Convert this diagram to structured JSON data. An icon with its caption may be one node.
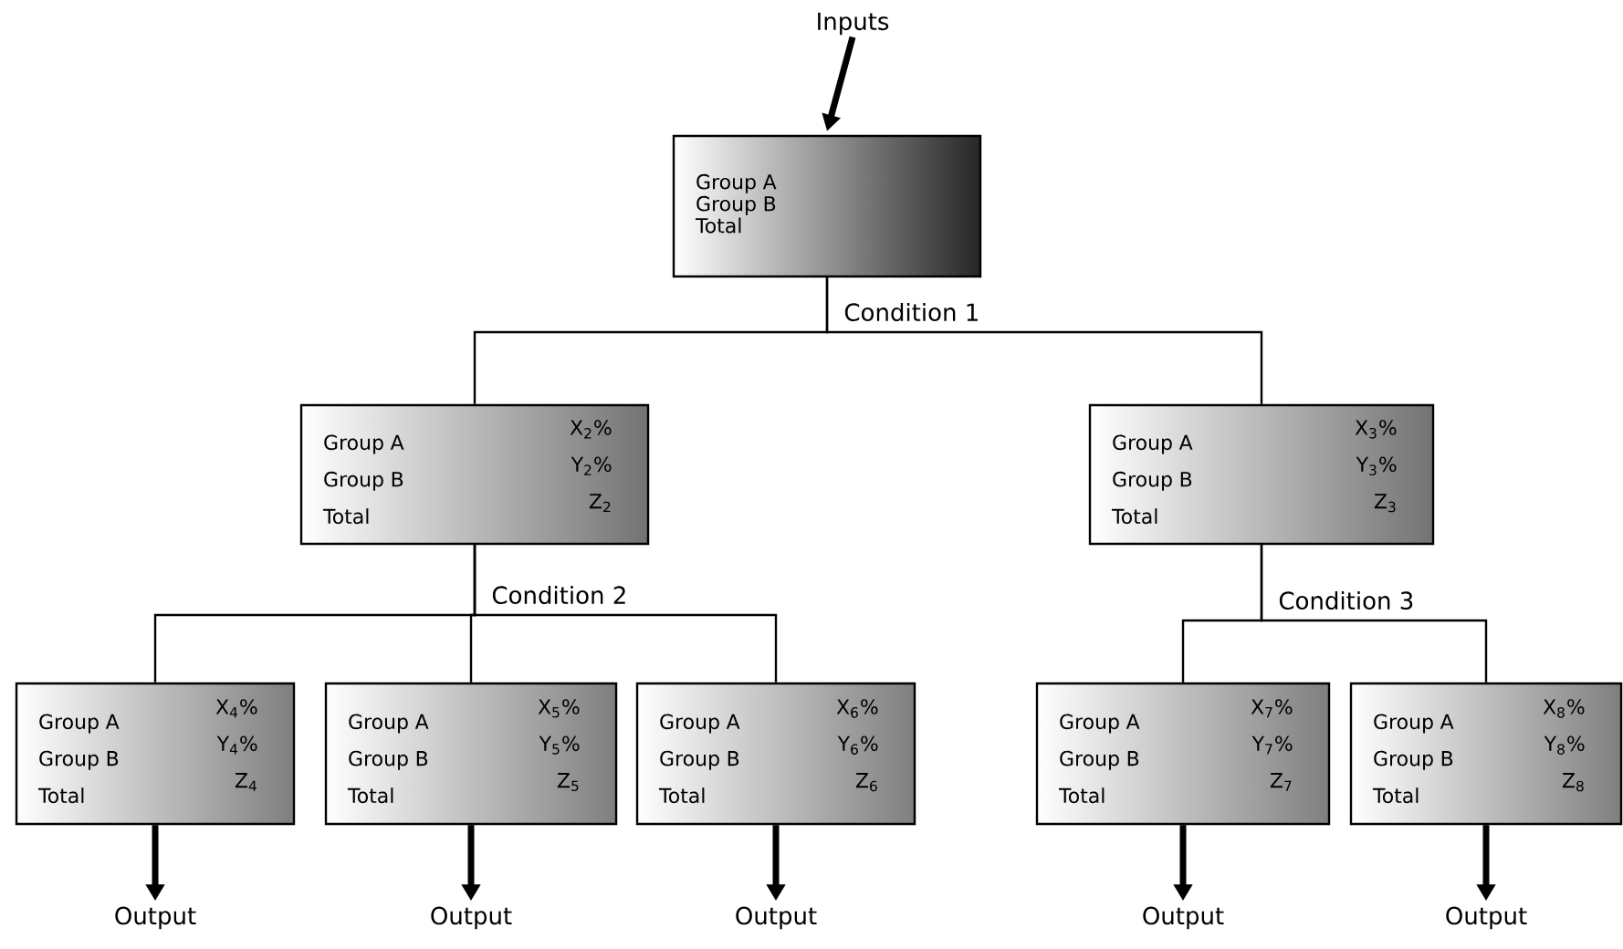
{
  "diagram": {
    "nodes": [
      {
        "text": [
          "Inputs"
        ]
      },
      {
        "text": [
          "Group A",
          "Group B",
          "Total"
        ]
      },
      {
        "text": [
          "Group A",
          "X$_{2}$%",
          "Group B",
          "Y$_{2}$%",
          "Total",
          "Z$_{2}$"
        ]
      },
      {
        "text": [
          "Group A",
          "X$_{3}$%",
          "Group B",
          "Y$_{3}$%",
          "Total",
          "Z$_{3}$"
        ]
      },
      {
        "text": [
          "Group A",
          "X$_{4}$%",
          "Group B",
          "Y$_{4}$%",
          "Total",
          "Z$_{4}$"
        ]
      },
      {
        "text": [
          "Group A",
          "X$_{5}$%",
          "Group B",
          "Y$_{5}$%",
          "Total",
          "Z$_{5}$"
        ]
      },
      {
        "text": [
          "Group A",
          "X$_{6}$%",
          "Group B",
          "Y$_{6}$%",
          "Total",
          "Z$_{6}$"
        ]
      },
      {
        "text": [
          "Group A",
          "X$_{7}$%",
          "Group B",
          "Y$_{7}$%",
          "Total",
          "Z$_{7}$"
        ]
      },
      {
        "text": [
          "Group A",
          "X$_{8}$%",
          "Group B",
          "Y$_{8}$%",
          "Total",
          "Z$_{8}$"
        ]
      },
      {
        "text": [
          "Output"
        ]
      },
      {
        "text": [
          "Output"
        ]
      },
      {
        "text": [
          "Output"
        ]
      },
      {
        "text": [
          "Output"
        ]
      },
      {
        "text": [
          "Output"
        ]
      }
    ],
    "edges": [
      {
        "from": 0,
        "to": 1,
        "arrow": "to",
        "style": "thick"
      },
      {
        "from": 1,
        "to": 2,
        "arrow": "none",
        "label": "Condition 1"
      },
      {
        "from": 1,
        "to": 3,
        "arrow": "none"
      },
      {
        "from": 2,
        "to": 4,
        "arrow": "none",
        "label": "Condition 2"
      },
      {
        "from": 2,
        "to": 5,
        "arrow": "none"
      },
      {
        "from": 2,
        "to": 6,
        "arrow": "none"
      },
      {
        "from": 3,
        "to": 7,
        "arrow": "none",
        "label": "Condition 3"
      },
      {
        "from": 3,
        "to": 8,
        "arrow": "none"
      },
      {
        "from": 4,
        "to": 9,
        "arrow": "to",
        "style": "thick"
      },
      {
        "from": 5,
        "to": 10,
        "arrow": "to",
        "style": "thick"
      },
      {
        "from": 6,
        "to": 11,
        "arrow": "to",
        "style": "thick"
      },
      {
        "from": 7,
        "to": 12,
        "arrow": "to",
        "style": "thick"
      },
      {
        "from": 8,
        "to": 13,
        "arrow": "to",
        "style": "thick"
      }
    ]
  }
}
